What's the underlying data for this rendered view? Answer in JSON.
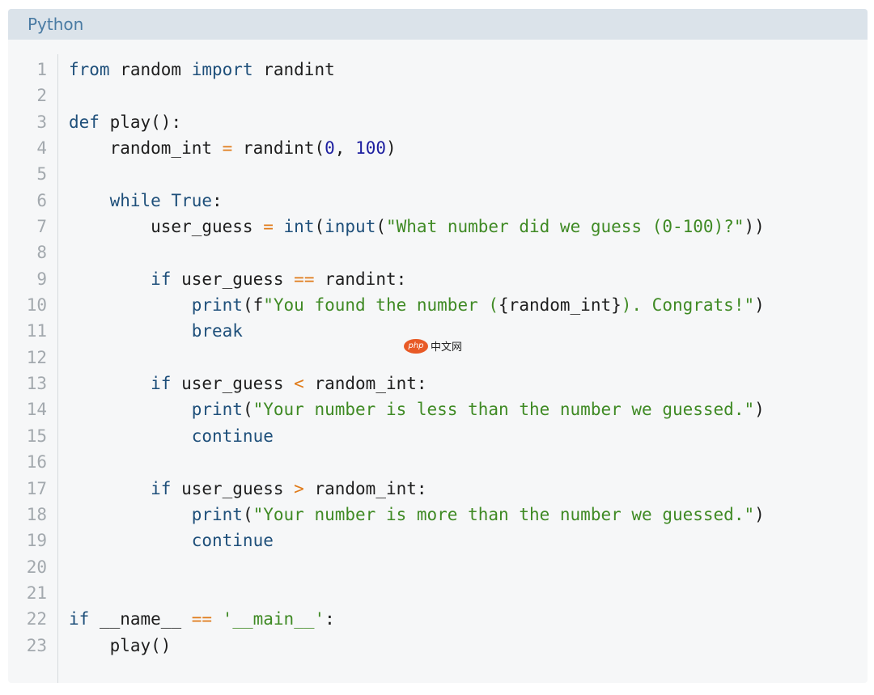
{
  "header": {
    "language": "Python"
  },
  "colors": {
    "keyword": "#1e4f7a",
    "operator": "#e07b1a",
    "number": "#1d1fa0",
    "string": "#3f8a24",
    "plain": "#1e1e1e",
    "line_number": "#a3a9ae",
    "header_bg": "#dbe3ea",
    "code_bg": "#f6f7f8"
  },
  "watermark": {
    "badge": "php",
    "text": "中文网"
  },
  "lines": [
    {
      "n": "1",
      "tokens": [
        [
          "kw",
          "from"
        ],
        [
          "plain",
          " random "
        ],
        [
          "kw",
          "import"
        ],
        [
          "plain",
          " randint"
        ]
      ]
    },
    {
      "n": "2",
      "tokens": []
    },
    {
      "n": "3",
      "tokens": [
        [
          "kw",
          "def"
        ],
        [
          "plain",
          " play():"
        ]
      ]
    },
    {
      "n": "4",
      "tokens": [
        [
          "plain",
          "    random_int "
        ],
        [
          "op",
          "="
        ],
        [
          "plain",
          " randint("
        ],
        [
          "num",
          "0"
        ],
        [
          "plain",
          ", "
        ],
        [
          "num",
          "100"
        ],
        [
          "plain",
          ")"
        ]
      ]
    },
    {
      "n": "5",
      "tokens": []
    },
    {
      "n": "6",
      "tokens": [
        [
          "plain",
          "    "
        ],
        [
          "kw",
          "while"
        ],
        [
          "plain",
          " "
        ],
        [
          "kw",
          "True"
        ],
        [
          "plain",
          ":"
        ]
      ]
    },
    {
      "n": "7",
      "tokens": [
        [
          "plain",
          "        user_guess "
        ],
        [
          "op",
          "="
        ],
        [
          "plain",
          " "
        ],
        [
          "kw",
          "int"
        ],
        [
          "plain",
          "("
        ],
        [
          "kw",
          "input"
        ],
        [
          "plain",
          "("
        ],
        [
          "str",
          "\"What number did we guess (0-100)?\""
        ],
        [
          "plain",
          "))"
        ]
      ]
    },
    {
      "n": "8",
      "tokens": []
    },
    {
      "n": "9",
      "tokens": [
        [
          "plain",
          "        "
        ],
        [
          "kw",
          "if"
        ],
        [
          "plain",
          " user_guess "
        ],
        [
          "op",
          "=="
        ],
        [
          "plain",
          " randint:"
        ]
      ]
    },
    {
      "n": "10",
      "tokens": [
        [
          "plain",
          "            "
        ],
        [
          "kw",
          "print"
        ],
        [
          "plain",
          "(f"
        ],
        [
          "str",
          "\"You found the number ("
        ],
        [
          "plain",
          "{random_int}"
        ],
        [
          "str",
          "). Congrats!\""
        ],
        [
          "plain",
          ")"
        ]
      ]
    },
    {
      "n": "11",
      "tokens": [
        [
          "plain",
          "            "
        ],
        [
          "kw",
          "break"
        ]
      ]
    },
    {
      "n": "12",
      "tokens": []
    },
    {
      "n": "13",
      "tokens": [
        [
          "plain",
          "        "
        ],
        [
          "kw",
          "if"
        ],
        [
          "plain",
          " user_guess "
        ],
        [
          "op",
          "<"
        ],
        [
          "plain",
          " random_int:"
        ]
      ]
    },
    {
      "n": "14",
      "tokens": [
        [
          "plain",
          "            "
        ],
        [
          "kw",
          "print"
        ],
        [
          "plain",
          "("
        ],
        [
          "str",
          "\"Your number is less than the number we guessed.\""
        ],
        [
          "plain",
          ")"
        ]
      ]
    },
    {
      "n": "15",
      "tokens": [
        [
          "plain",
          "            "
        ],
        [
          "kw",
          "continue"
        ]
      ]
    },
    {
      "n": "16",
      "tokens": []
    },
    {
      "n": "17",
      "tokens": [
        [
          "plain",
          "        "
        ],
        [
          "kw",
          "if"
        ],
        [
          "plain",
          " user_guess "
        ],
        [
          "op",
          ">"
        ],
        [
          "plain",
          " random_int:"
        ]
      ]
    },
    {
      "n": "18",
      "tokens": [
        [
          "plain",
          "            "
        ],
        [
          "kw",
          "print"
        ],
        [
          "plain",
          "("
        ],
        [
          "str",
          "\"Your number is more than the number we guessed.\""
        ],
        [
          "plain",
          ")"
        ]
      ]
    },
    {
      "n": "19",
      "tokens": [
        [
          "plain",
          "            "
        ],
        [
          "kw",
          "continue"
        ]
      ]
    },
    {
      "n": "20",
      "tokens": []
    },
    {
      "n": "21",
      "tokens": []
    },
    {
      "n": "22",
      "tokens": [
        [
          "kw",
          "if"
        ],
        [
          "plain",
          " __name__ "
        ],
        [
          "op",
          "=="
        ],
        [
          "plain",
          " "
        ],
        [
          "str",
          "'__main__'"
        ],
        [
          "plain",
          ":"
        ]
      ]
    },
    {
      "n": "23",
      "tokens": [
        [
          "plain",
          "    play()"
        ]
      ]
    }
  ]
}
